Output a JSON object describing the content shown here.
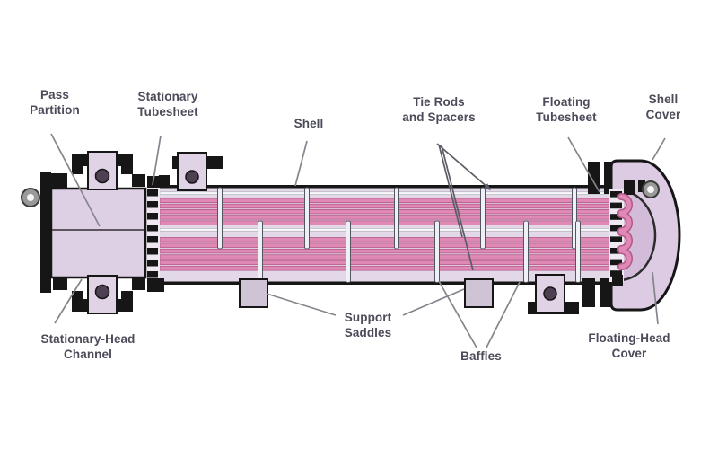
{
  "labels": {
    "pass_partition": "Pass\nPartition",
    "stationary_tubesheet": "Stationary\nTubesheet",
    "shell": "Shell",
    "tie_rods_and_spacers": "Tie Rods\nand Spacers",
    "floating_tubesheet": "Floating\nTubesheet",
    "shell_cover": "Shell\nCover",
    "stationary_head_channel": "Stationary-Head\nChannel",
    "support_saddles": "Support\nSaddles",
    "baffles": "Baffles",
    "floating_head_cover": "Floating-Head\nCover"
  },
  "colors": {
    "background": "#ffffff",
    "outline_black": "#161616",
    "shell_lavender": "#e3d8e8",
    "body_lavender": "#ded0e4",
    "nozzle_lavender": "#e0d3e5",
    "dome_lavender": "#dccbe2",
    "floating_head_lavender": "#d2bcda",
    "tube_pink": "#e089b4",
    "tube_pink_dark": "#b3588a",
    "baffle_light": "#eef0f5",
    "saddle_gray": "#cfc3d6",
    "bolt_gray": "#9a9a9a",
    "label_text": "#4b4b5a",
    "leader_gray": "#85858d",
    "leader_dark": "#5c5c66"
  }
}
